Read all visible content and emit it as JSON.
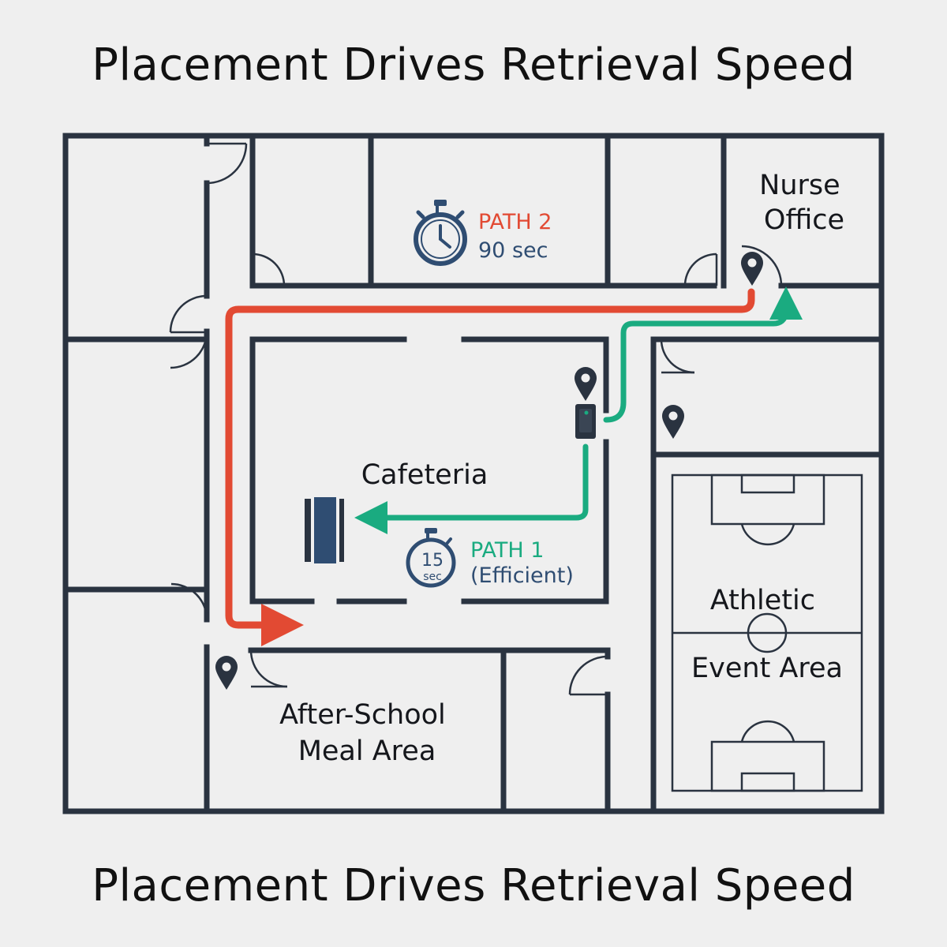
{
  "title": "Placement Drives Retrieval Speed",
  "footer_title": "Placement Drives Retrieval Speed",
  "rooms": {
    "nurse_office": [
      "Nurse",
      "Office"
    ],
    "cafeteria": "Cafeteria",
    "after_school": [
      "After-School",
      "Meal Area"
    ],
    "athletic": [
      "Athletic",
      "Event Area"
    ]
  },
  "paths": {
    "path2": {
      "label": "PATH 2",
      "time": "90 sec",
      "color": "#e24a33"
    },
    "path1": {
      "label": "PATH 1",
      "time": "(Efficient)",
      "color": "#1aab80"
    }
  },
  "timer_path1": {
    "number": "15",
    "unit": "sec"
  },
  "colors": {
    "wall": "#2a3340",
    "accent_blue": "#2f4d72"
  },
  "icons": [
    "stopwatch-icon",
    "map-pin-icon",
    "aed-device-icon",
    "arrow-icon"
  ]
}
